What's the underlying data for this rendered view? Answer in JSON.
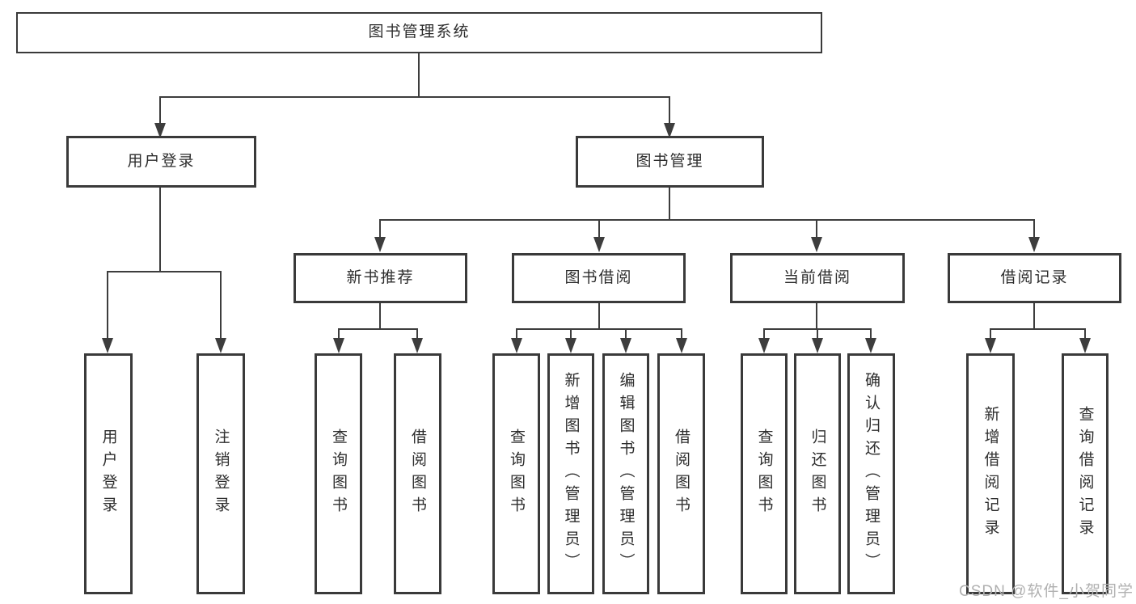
{
  "diagram": {
    "root": {
      "label": "图书管理系统"
    },
    "level2": [
      {
        "label": "用户登录"
      },
      {
        "label": "图书管理"
      }
    ],
    "level3": [
      {
        "label": "新书推荐"
      },
      {
        "label": "图书借阅"
      },
      {
        "label": "当前借阅"
      },
      {
        "label": "借阅记录"
      }
    ],
    "leaves": {
      "user_login": [
        {
          "label": "用户登录"
        },
        {
          "label": "注销登录"
        }
      ],
      "new_book_recommend": [
        {
          "label": "查询图书"
        },
        {
          "label": "借阅图书"
        }
      ],
      "book_borrow": [
        {
          "label": "查询图书"
        },
        {
          "label": "新增图书（管理员）"
        },
        {
          "label": "编辑图书（管理员）"
        },
        {
          "label": "借阅图书"
        }
      ],
      "current_borrow": [
        {
          "label": "查询图书"
        },
        {
          "label": "归还图书"
        },
        {
          "label": "确认归还（管理员）"
        }
      ],
      "borrow_records": [
        {
          "label": "新增借阅记录"
        },
        {
          "label": "查询借阅记录"
        }
      ]
    }
  },
  "watermark": {
    "text": "CSDN @软件_小贺同学"
  },
  "colors": {
    "line": "#3d3d3d",
    "box_border": "#3a3a3a",
    "text": "#2d2d2d",
    "watermark": "#b0b0b0",
    "background": "#ffffff"
  }
}
